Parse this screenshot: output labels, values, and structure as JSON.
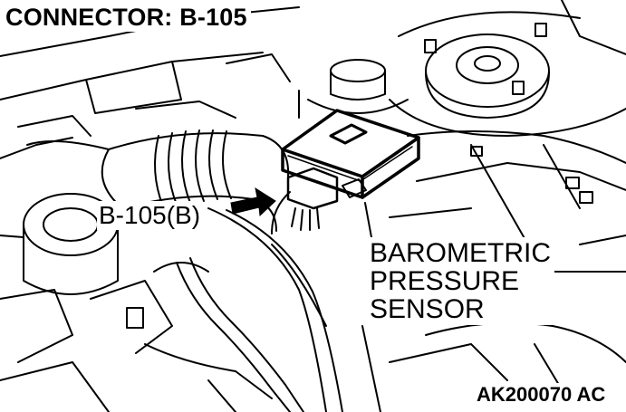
{
  "diagram": {
    "title": "CONNECTOR: B-105",
    "connector_callout": "B-105(B)",
    "component_label": {
      "line1": "BAROMETRIC",
      "line2": "PRESSURE",
      "line3": "SENSOR"
    },
    "figure_id": "AK200070 AC"
  },
  "colors": {
    "line": "#000000",
    "background": "#ffffff",
    "arrow": "#000000"
  }
}
